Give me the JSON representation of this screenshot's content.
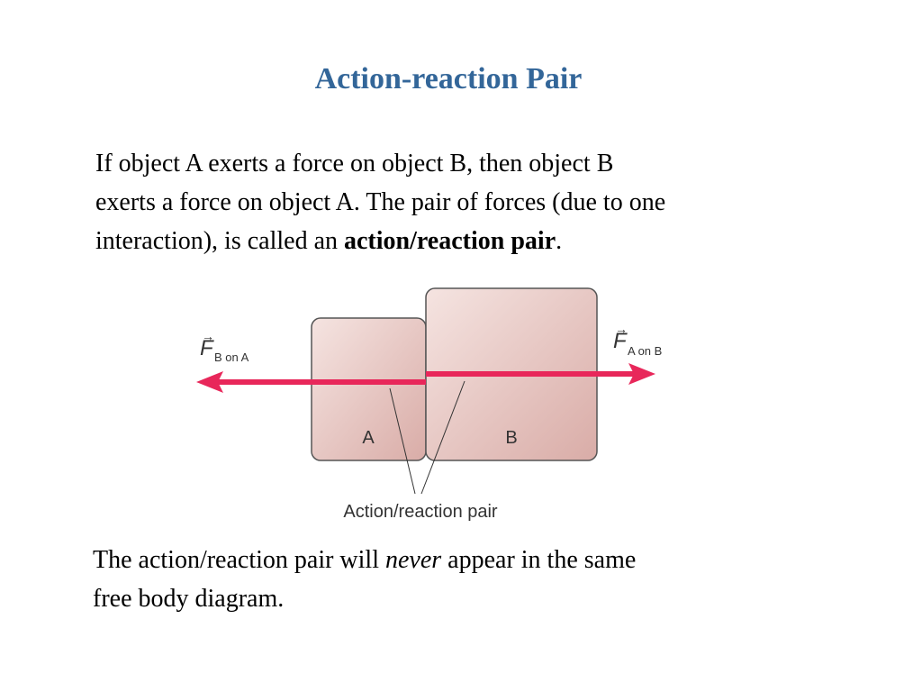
{
  "slide": {
    "title": "Action-reaction Pair",
    "colors": {
      "title": "#336699",
      "arrow": "#e8275a",
      "block_fill_light": "#f5e4e1",
      "block_fill_dark": "#d9aca7",
      "block_stroke": "#555555",
      "diagram_text": "#333333"
    },
    "intro": {
      "line1": "If object A exerts a force on object B, then object B",
      "line2": "exerts a force on object A.  The pair of forces (due to one",
      "line3_prefix": "interaction), is called an ",
      "line3_bold": "action/reaction pair",
      "line3_suffix": "."
    },
    "diagram": {
      "block_a_label": "A",
      "block_b_label": "B",
      "force_left_symbol": "F",
      "force_left_subscript": "B on A",
      "force_right_symbol": "F",
      "force_right_subscript": "A on B",
      "pair_caption": "Action/reaction pair"
    },
    "closing": {
      "line1_prefix": "The action/reaction pair will ",
      "line1_italic": "never",
      "line1_suffix": " appear in the same",
      "line2": "free body diagram."
    }
  }
}
